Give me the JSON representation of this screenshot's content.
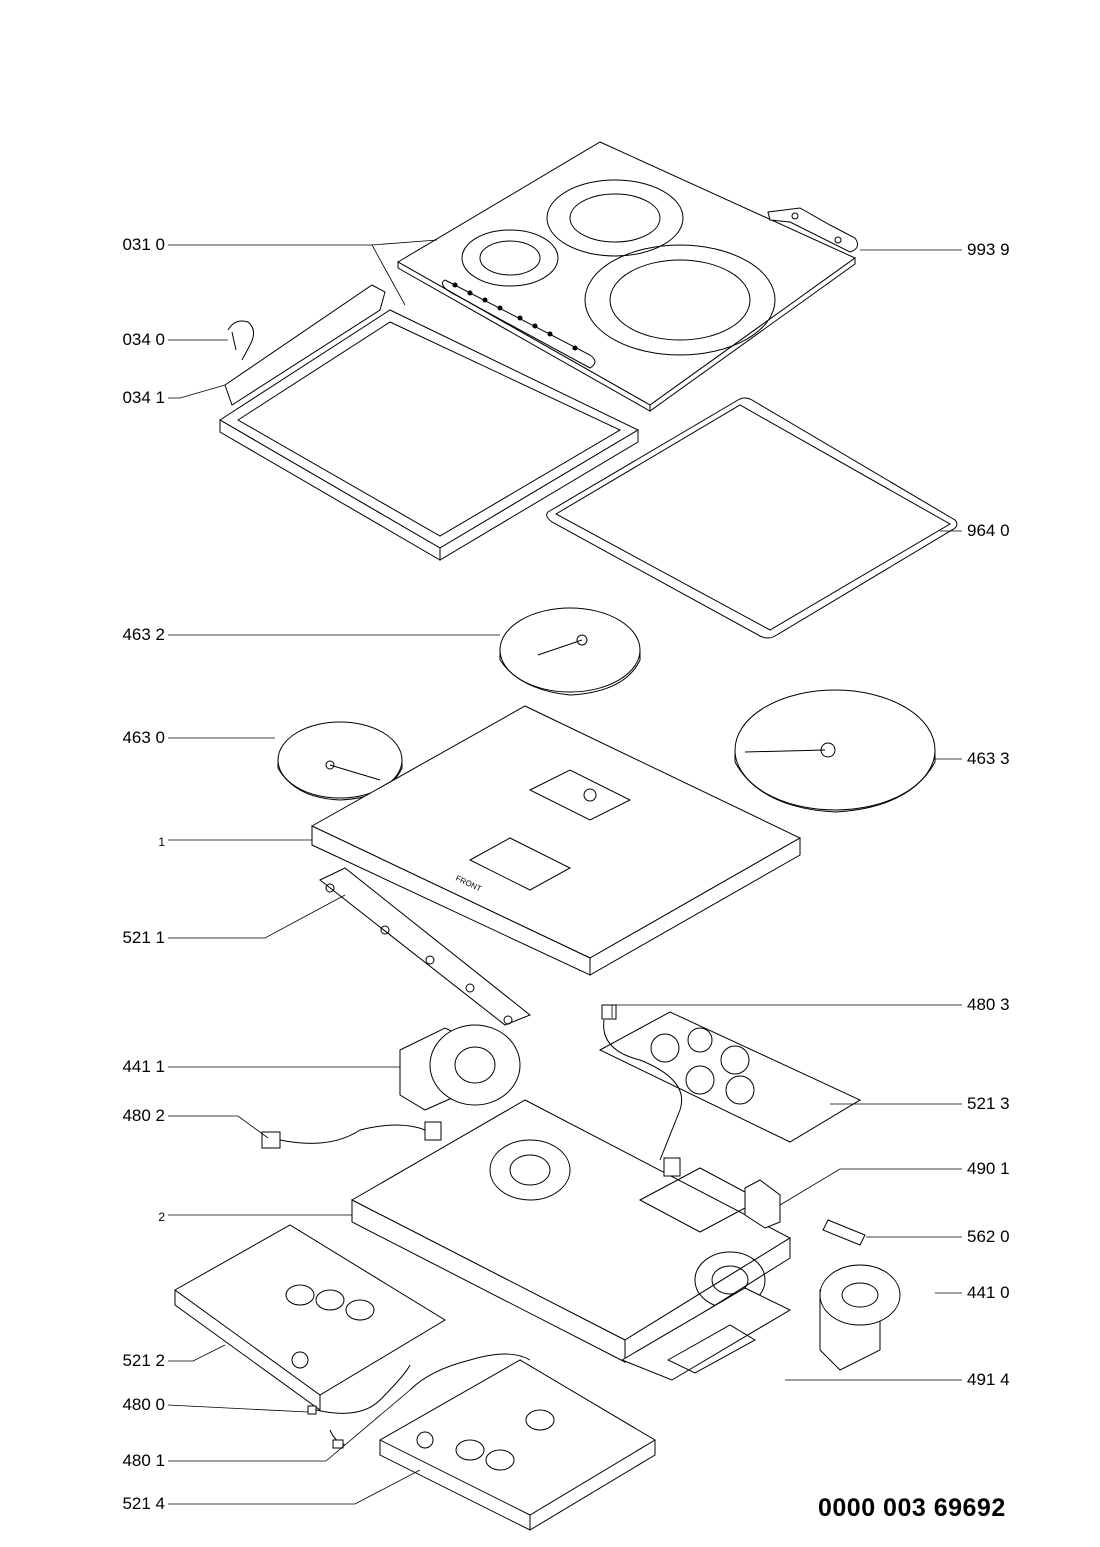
{
  "diagram": {
    "left_labels": [
      "031 0",
      "034 0",
      "034 1",
      "463 2",
      "463 0",
      "1",
      "521 1",
      "441 1",
      "480 2",
      "2",
      "521 2",
      "480 0",
      "480 1",
      "521 4"
    ],
    "right_labels": [
      "993 9",
      "964 0",
      "463 3",
      "480 3",
      "521 3",
      "490 1",
      "562 0",
      "441 0",
      "491 4"
    ],
    "front_marking": "FRONT",
    "document_number": "0000 003 69692"
  }
}
